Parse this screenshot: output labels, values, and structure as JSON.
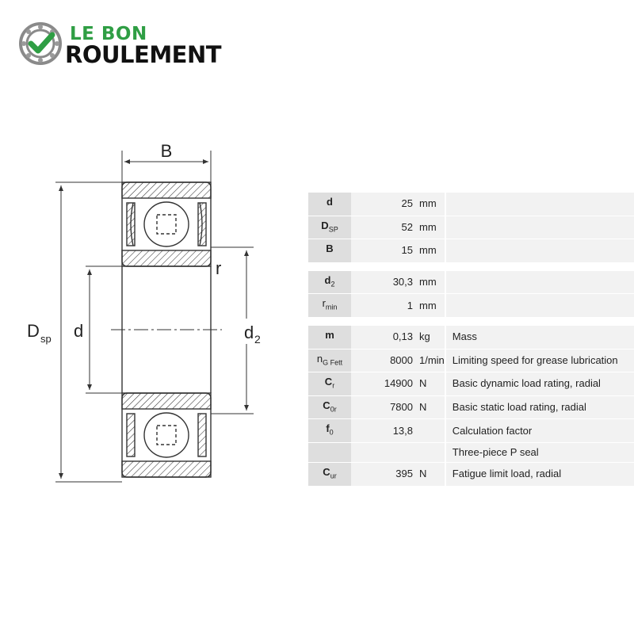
{
  "logo": {
    "line1": "LE BON",
    "line2": "ROULEMENT",
    "accent_color": "#2f9e44",
    "icon": "bearing-check-icon"
  },
  "drawing": {
    "label_B": "B",
    "label_r": "r",
    "label_D": "D",
    "label_D_sub": "sp",
    "label_d": "d",
    "label_d2": "d",
    "label_d2_sub": "2"
  },
  "rows": [
    {
      "sym": "d",
      "sub": "",
      "value": "25",
      "unit": "mm",
      "desc": ""
    },
    {
      "sym": "D",
      "sub": "SP",
      "value": "52",
      "unit": "mm",
      "desc": ""
    },
    {
      "sym": "B",
      "sub": "",
      "value": "15",
      "unit": "mm",
      "desc": ""
    },
    {
      "gap": true
    },
    {
      "sym": "d",
      "sub": "2",
      "value": "30,3",
      "unit": "mm",
      "desc": ""
    },
    {
      "sym": "r",
      "sub": "min",
      "value": "1",
      "unit": "mm",
      "desc": ""
    },
    {
      "gap": true
    },
    {
      "sym": "m",
      "sub": "",
      "value": "0,13",
      "unit": "kg",
      "desc": "Mass"
    },
    {
      "sym": "n",
      "sub": "G Fett",
      "value": "8000",
      "unit": "1/min",
      "desc": "Limiting speed for grease lubrication"
    },
    {
      "sym": "C",
      "sub": "r",
      "value": "14900",
      "unit": "N",
      "desc": "Basic dynamic load rating, radial"
    },
    {
      "sym": "C",
      "sub": "0r",
      "value": "7800",
      "unit": "N",
      "desc": "Basic static load rating, radial"
    },
    {
      "sym": "f",
      "sub": "0",
      "value": "13,8",
      "unit": "",
      "desc": "Calculation factor"
    },
    {
      "sym": "",
      "sub": "",
      "value": "",
      "unit": "",
      "desc": "Three-piece P seal"
    },
    {
      "sym": "C",
      "sub": "ur",
      "value": "395",
      "unit": "N",
      "desc": "Fatigue limit load, radial"
    }
  ]
}
